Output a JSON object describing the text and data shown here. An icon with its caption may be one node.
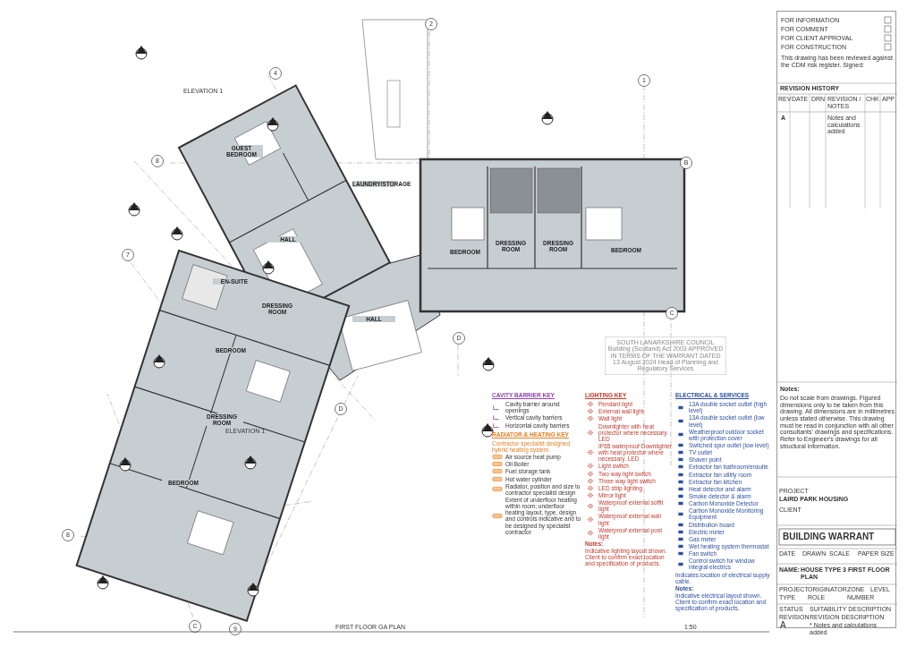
{
  "diagram": {
    "title": "FIRST FLOOR GA PLAN",
    "labels": [
      "4",
      "2",
      "1",
      "B",
      "8",
      "7",
      "C",
      "D",
      "D",
      "8",
      "C",
      "9",
      "ELEVATION 1",
      "ELEVATION 1",
      "GUEST BEDROOM",
      "LAUNDRY/STORAGE",
      "HALL",
      "HALL",
      "BEDROOM",
      "DRESSING ROOM",
      "DRESSING ROOM",
      "BEDROOM",
      "EN-SUITE",
      "DRESSING ROOM",
      "BEDROOM",
      "DRESSING ROOM",
      "BEDROOM",
      "SOUTH LANARKSHIRE COUNCIL Building (Scotland) Act 2003 APPROVED IN TERMS OF THE WARRANT DATED 13 August 2024 Head of Planning and Regulatory Services",
      "CAVITY BARRIER KEY",
      "RADIATOR & HEATING KEY",
      "LIGHTING KEY",
      "ELECTRICAL & SERVICES",
      "1:50",
      "FOR INFORMATION",
      "FOR COMMENT",
      "FOR CLIENT APPROVAL",
      "FOR CONSTRUCTION",
      "REVISION HISTORY",
      "REV",
      "DATE",
      "DRN",
      "REVISION / NOTES",
      "CHK",
      "APP",
      "A",
      "Notes and calculations added",
      "PROJECT",
      "LAIRD PARK HOUSING",
      "CLIENT",
      "BUILDING WARRANT",
      "DATE",
      "DRAWN",
      "SCALE",
      "PAPER SIZE",
      "NAME:",
      "HOUSE TYPE 3 FIRST FLOOR PLAN",
      "PROJECT",
      "ORIGINATOR",
      "ZONE",
      "LEVEL",
      "TYPE",
      "ROLE",
      "NUMBER",
      "STATUS",
      "SUITABILITY DESCRIPTION",
      "REVISION",
      "REVISION DESCRIPTION",
      "A",
      "* Notes and calculations added",
      "Contractor specialist designed hybrid heating system.",
      "Notes:",
      "Indicative lighting layout shown. Client to confirm exact location and specification of products.",
      "Indicates location of electrical supply cable.",
      "Notes:",
      "Indicative electrical layout shown. Client to confirm exact location and specification of products.",
      "This drawing has been reviewed against the CDM risk register. Signed:",
      "Notes:",
      "Do not scale from drawings. Figured dimensions only to be taken from this drawing. All dimensions are in millimetres unless stated otherwise. This drawing must be read in conjunction with all other consultants' drawings and specifications. Refer to Engineer's drawings for all structural information."
    ],
    "legend": [
      {
        "text": "Cavity barrier around openings"
      },
      {
        "text": "Vertical cavity barriers"
      },
      {
        "text": "Horizontal cavity barriers"
      },
      {
        "text": "Air source heat pump"
      },
      {
        "text": "Oil Boiler"
      },
      {
        "text": "Fuel storage tank"
      },
      {
        "text": "Hot water cylinder"
      },
      {
        "text": "Radiator, position and size to contractor specialist design"
      },
      {
        "text": "Extent of underfloor heating within room; underfloor heating layout, type, design and controls indicative and to be designed by specialist contractor"
      },
      {
        "text": "Pendant light"
      },
      {
        "text": "External wall light"
      },
      {
        "text": "Wall light"
      },
      {
        "text": "Downlighter with heat protector where necessary. LED"
      },
      {
        "text": "IP65 waterproof Downlighter with heat protector where necessary. LED"
      },
      {
        "text": "Light switch"
      },
      {
        "text": "Two way light switch"
      },
      {
        "text": "Three way light switch"
      },
      {
        "text": "LED strip lighting"
      },
      {
        "text": "Mirror light"
      },
      {
        "text": "Waterproof external soffit light"
      },
      {
        "text": "Waterproof external wall light"
      },
      {
        "text": "Waterproof external post light"
      },
      {
        "text": "13A double socket outlet (high level)"
      },
      {
        "text": "13A double socket outlet (low level)"
      },
      {
        "text": "Weatherproof outdoor socket with protection cover"
      },
      {
        "text": "Switched spur outlet (low level)"
      },
      {
        "text": "TV outlet"
      },
      {
        "text": "Shaver point"
      },
      {
        "text": "Extractor fan bathroom/ensuite"
      },
      {
        "text": "Extractor fan utility room"
      },
      {
        "text": "Extractor fan kitchen"
      },
      {
        "text": "Heat detector and alarm"
      },
      {
        "text": "Smoke detector & alarm"
      },
      {
        "text": "Carbon Monoxide Detector"
      },
      {
        "text": "Carbon Monoxide Monitoring Equipment"
      },
      {
        "text": "Distribution board"
      },
      {
        "text": "Electric meter"
      },
      {
        "text": "Gas meter"
      },
      {
        "text": "Wet heating system thermostat"
      },
      {
        "text": "Fan switch"
      },
      {
        "text": "Control switch for window integral electrics"
      }
    ]
  }
}
